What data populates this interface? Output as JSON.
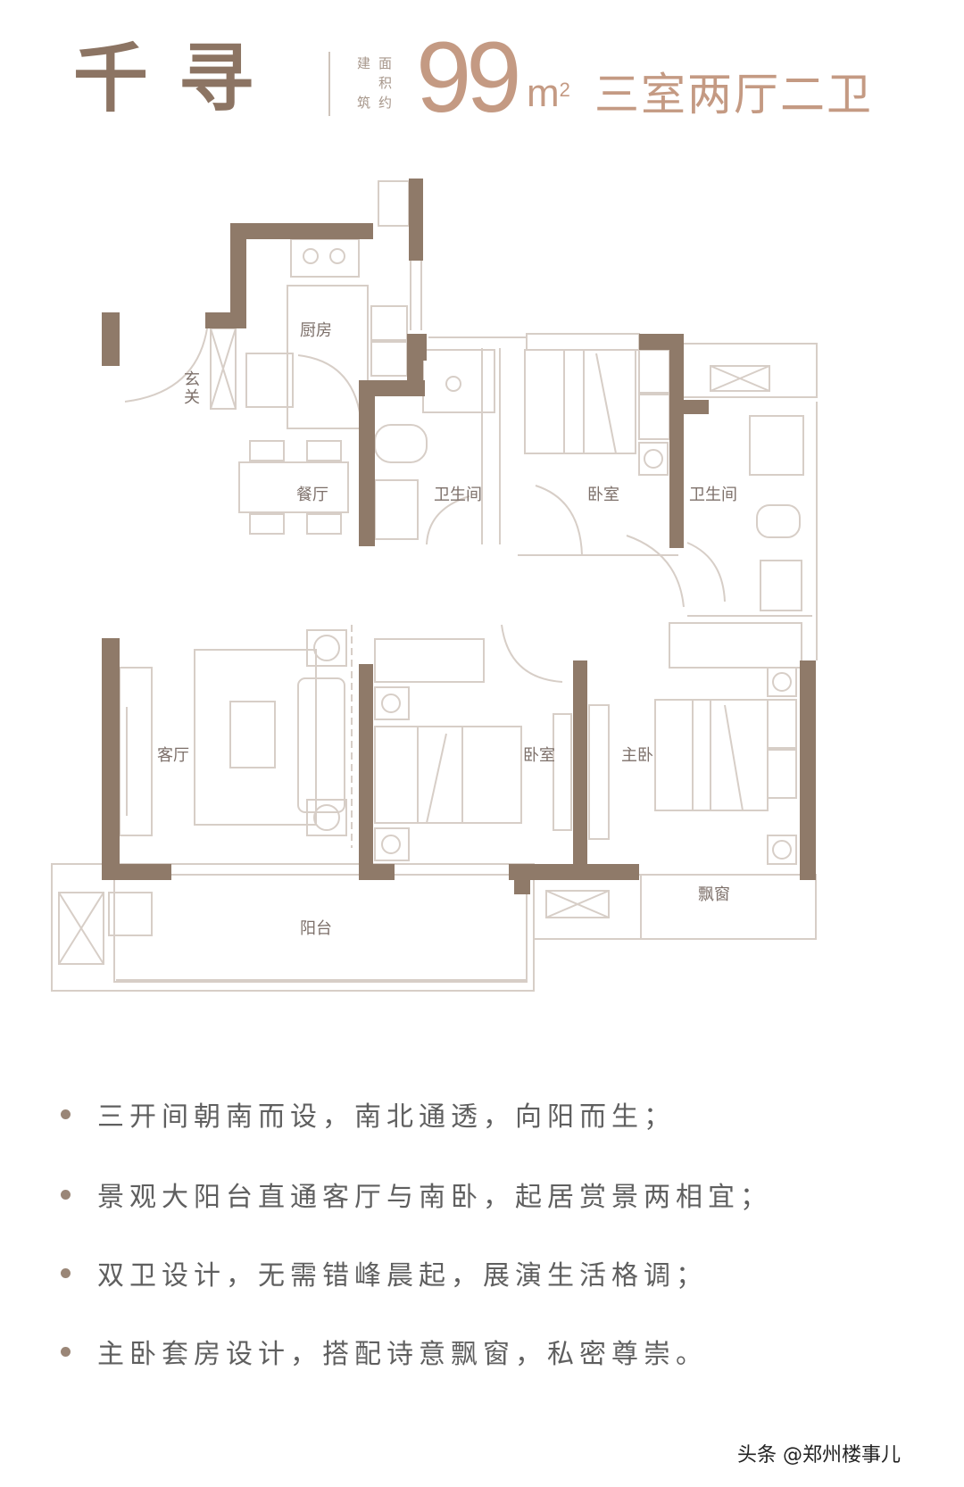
{
  "header": {
    "name": "千寻",
    "area_label_lines": [
      "建筑",
      "面积",
      "约"
    ],
    "area_label_chars": [
      "建",
      "面",
      "筑",
      "积",
      "约"
    ],
    "area_value": "99",
    "area_unit": "m",
    "area_unit_sup": "2",
    "layout": "三室两厅二卫"
  },
  "colors": {
    "wall": "#8f7a69",
    "accent": "#c49a83",
    "line": "#d7cec7",
    "text": "#5f5f5f"
  },
  "floorplan": {
    "rooms": {
      "kitchen": "厨房",
      "entrance": "玄关",
      "dining": "餐厅",
      "bath1": "卫生间",
      "bedroom_north": "卧室",
      "bath2": "卫生间",
      "living": "客厅",
      "bedroom_south": "卧室",
      "master": "主卧",
      "bay_window": "飘窗",
      "balcony": "阳台"
    }
  },
  "features": [
    "三开间朝南而设，南北通透，向阳而生；",
    "景观大阳台直通客厅与南卧，起居赏景两相宜；",
    "双卫设计，无需错峰晨起，展演生活格调；",
    "主卧套房设计，搭配诗意飘窗，私密尊崇。"
  ],
  "watermark": "头条 @郑州楼事儿"
}
